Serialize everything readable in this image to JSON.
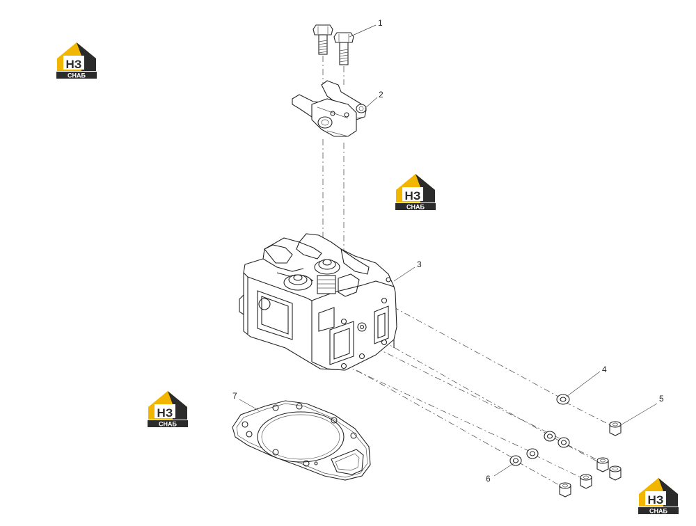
{
  "logo": {
    "letters": "НЗ",
    "caption": "СНАБ",
    "colors": {
      "yellow": "#f2b600",
      "dark": "#2b2b2b",
      "white": "#ffffff"
    },
    "icon": "house-logo-icon"
  },
  "callouts": [
    {
      "id": "1",
      "label": "1",
      "part": "bolt"
    },
    {
      "id": "2",
      "label": "2",
      "part": "rocker-arm-assembly"
    },
    {
      "id": "3",
      "label": "3",
      "part": "cylinder-head"
    },
    {
      "id": "4",
      "label": "4",
      "part": "washer"
    },
    {
      "id": "5",
      "label": "5",
      "part": "nut"
    },
    {
      "id": "6",
      "label": "6",
      "part": "washer"
    },
    {
      "id": "7",
      "label": "7",
      "part": "cylinder-head-gasket"
    }
  ]
}
